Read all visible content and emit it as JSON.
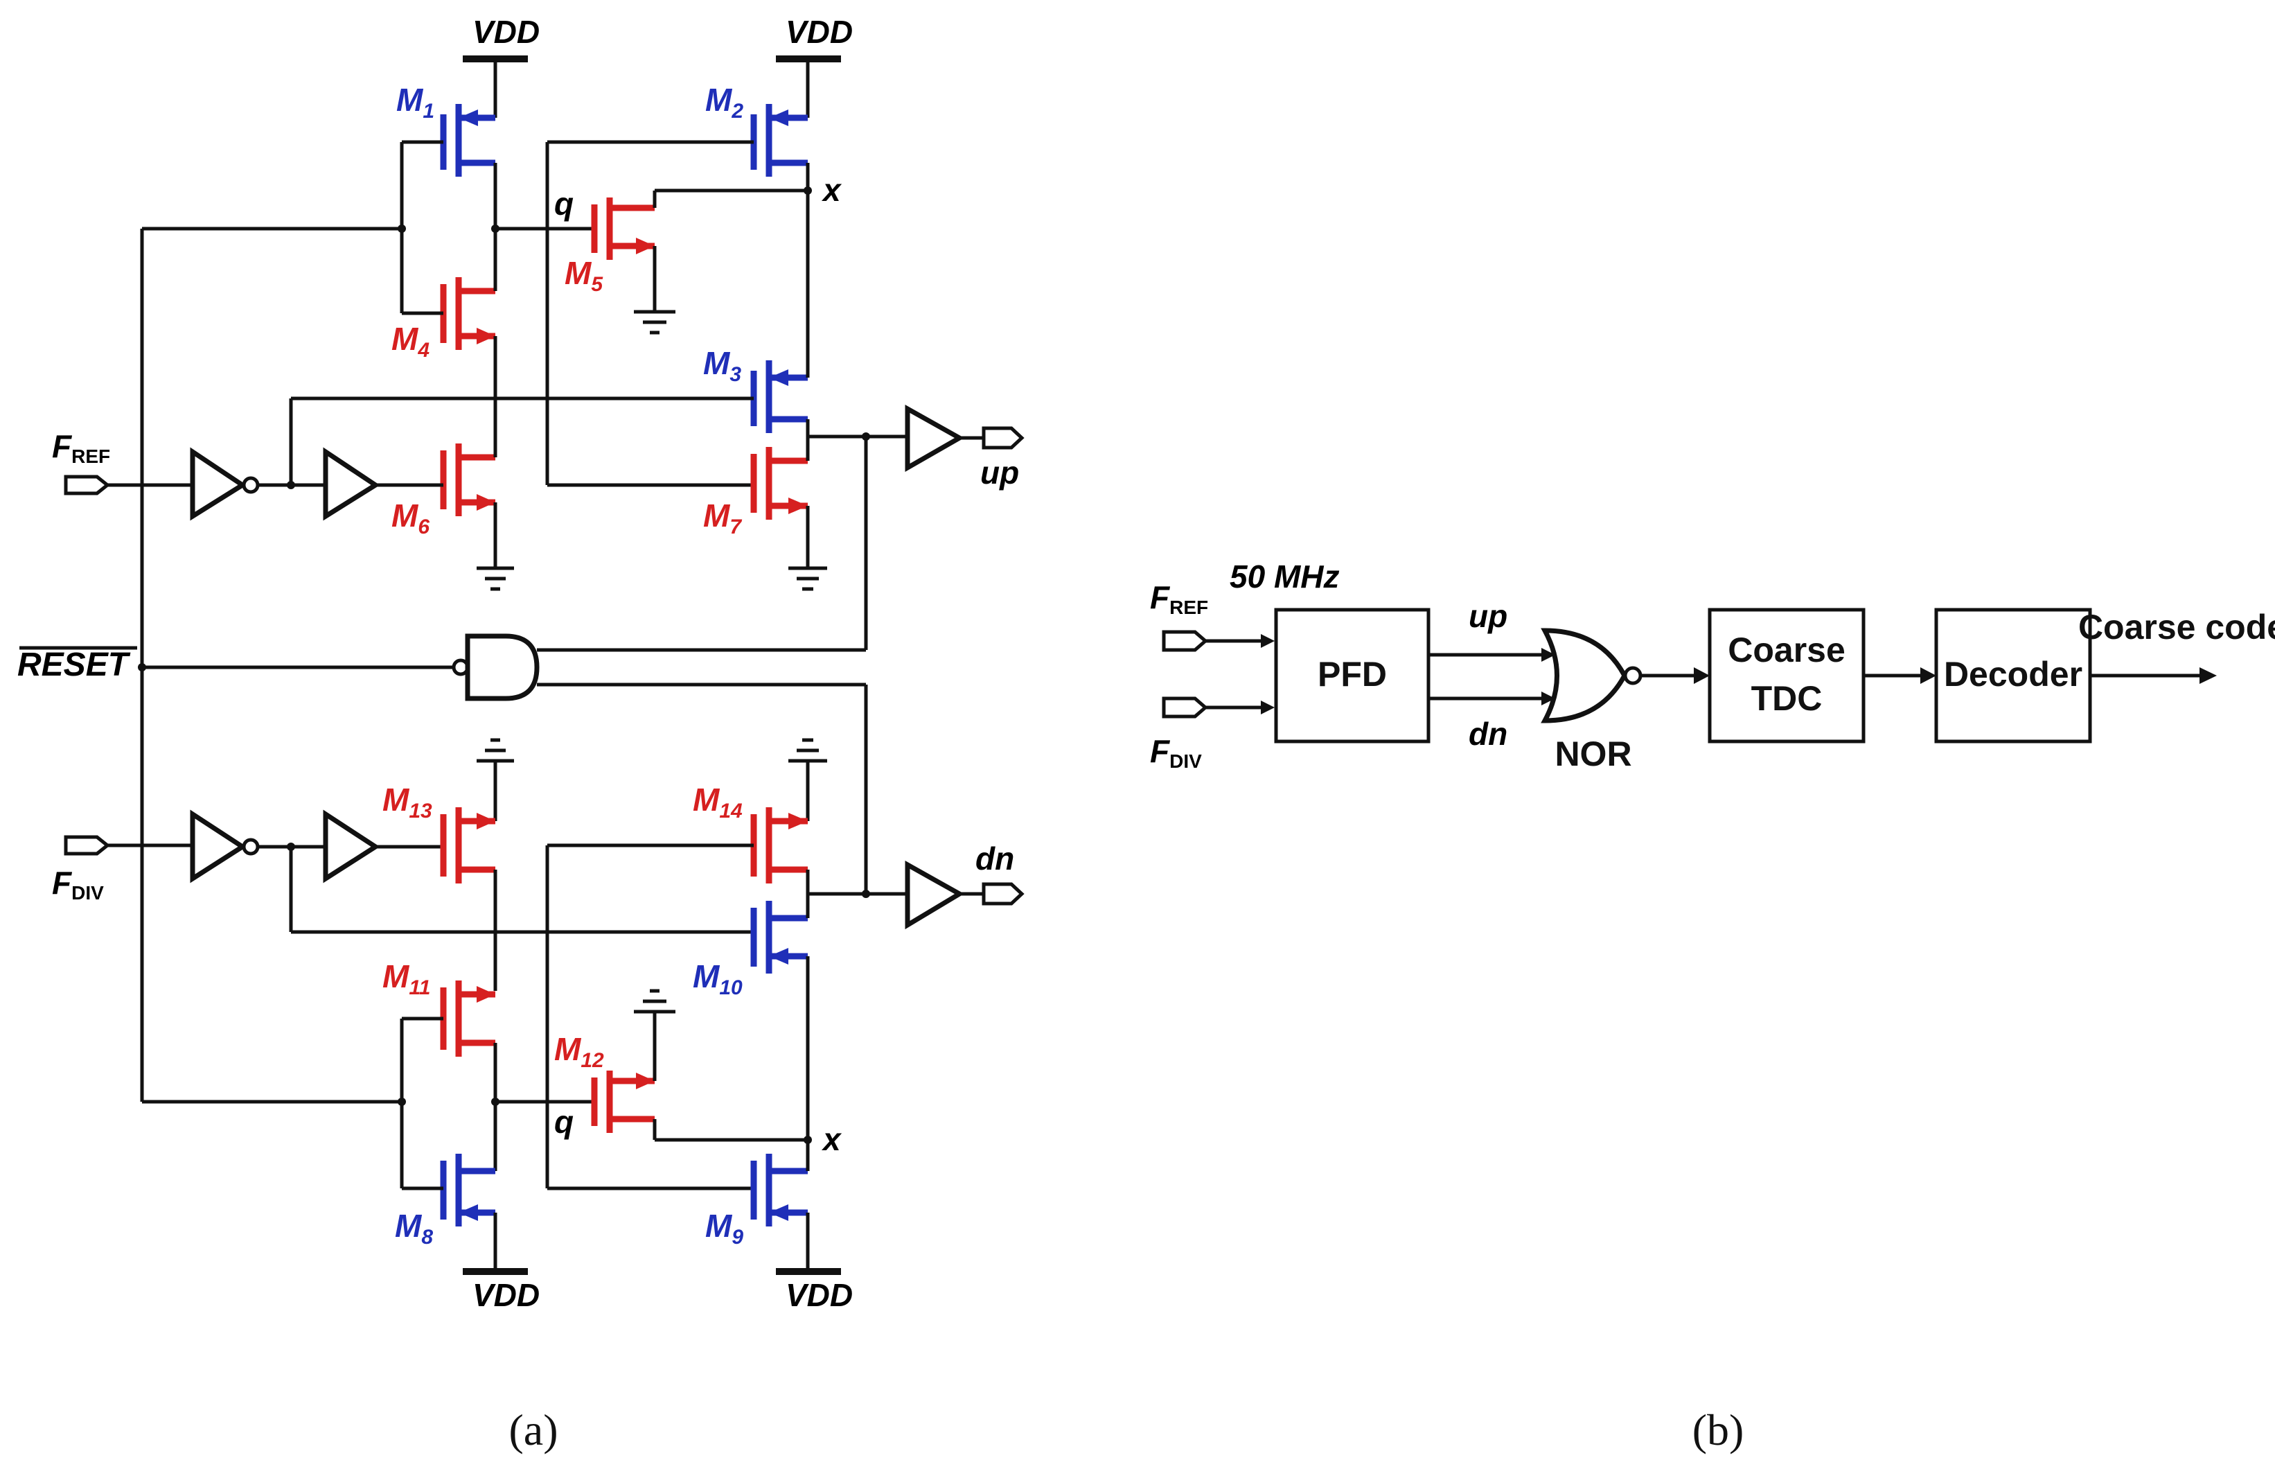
{
  "panel_a": {
    "caption": "(a)",
    "supply_label": "VDD",
    "inputs": {
      "fref": "FREF",
      "fdiv": "FDIV",
      "reset": "RESET"
    },
    "outputs": {
      "up": "up",
      "dn": "dn"
    },
    "nodes": {
      "q": "q",
      "x": "x"
    },
    "transistors": [
      "M1",
      "M2",
      "M3",
      "M4",
      "M5",
      "M6",
      "M7",
      "M8",
      "M9",
      "M10",
      "M11",
      "M12",
      "M13",
      "M14"
    ],
    "colors": {
      "pmos": "#1f2fb8",
      "nmos": "#d62020",
      "wire": "#111111"
    }
  },
  "panel_b": {
    "caption": "(b)",
    "frequency": "50 MHz",
    "inputs": {
      "fref": "FREF",
      "fdiv": "FDIV"
    },
    "signals": {
      "up": "up",
      "dn": "dn"
    },
    "blocks": {
      "pfd": "PFD",
      "nor": "NOR",
      "tdc_line1": "Coarse",
      "tdc_line2": "TDC",
      "decoder": "Decoder"
    },
    "output": "Coarse code"
  }
}
